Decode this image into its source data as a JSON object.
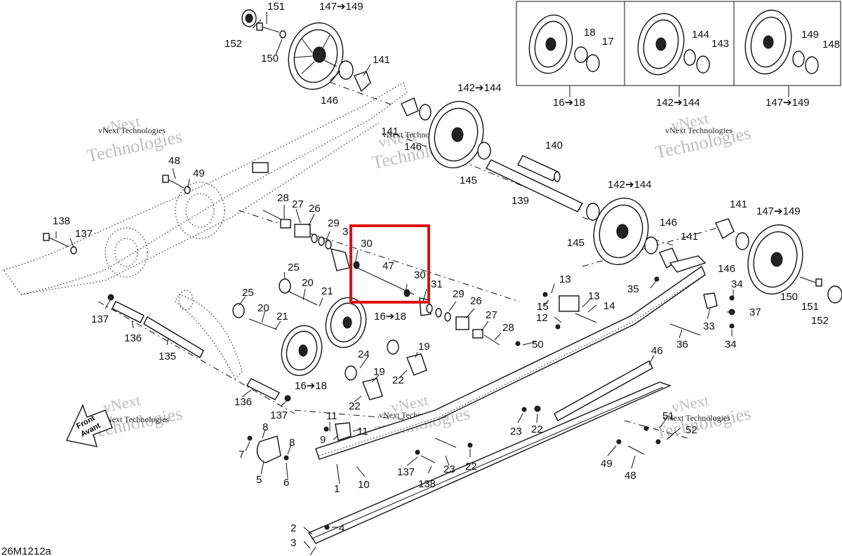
{
  "diagram_code": "26M1212a",
  "watermark": {
    "line1": "vNext",
    "line2": "Technologies",
    "small": "vNext Technologies"
  },
  "direction_label": {
    "line1": "Front",
    "line2": "Avant"
  },
  "inset": {
    "panels": [
      {
        "caption": "16➔18",
        "labels": [
          "18",
          "17"
        ]
      },
      {
        "caption": "142➔144",
        "labels": [
          "144",
          "143"
        ]
      },
      {
        "caption": "147➔149",
        "labels": [
          "149",
          "148"
        ]
      }
    ]
  },
  "labels": {
    "l151a": "151",
    "l152a": "152",
    "l150a": "150",
    "l147a": "147➔149",
    "l141a": "141",
    "l146a": "146",
    "l142a": "142➔144",
    "l141b": "141",
    "l146b": "146",
    "l145a": "145",
    "l140": "140",
    "l139": "139",
    "l142b": "142➔144",
    "l145b": "145",
    "l146c": "146",
    "l141c": "141",
    "l141d": "141",
    "l147b": "147➔149",
    "l146d": "146",
    "l150b": "150",
    "l151b": "151",
    "l152b": "152",
    "l48a": "48",
    "l49a": "49",
    "l138a": "138",
    "l137a": "137",
    "l28a": "28",
    "l27a": "27",
    "l26a": "26",
    "l29a": "29",
    "l3": "3",
    "l30a": "30",
    "l47": "47",
    "l30b": "30",
    "l31": "31",
    "l25a": "25",
    "l20a": "20",
    "l21a": "21",
    "l25b": "25",
    "l20b": "20",
    "l21b": "21",
    "l137b": "137",
    "l136a": "136",
    "l135": "135",
    "l16a": "16➔18",
    "l16b": "16➔18",
    "l29b": "29",
    "l26b": "26",
    "l27b": "27",
    "l28b": "28",
    "l24": "24",
    "l19a": "19",
    "l22a": "22",
    "l19b": "19",
    "l22b": "22",
    "l136b": "136",
    "l137c": "137",
    "l13a": "13",
    "l15": "15",
    "l13b": "13",
    "l14": "14",
    "l12": "12",
    "l50": "50",
    "l35": "35",
    "l34a": "34",
    "l37": "37",
    "l33": "33",
    "l34b": "34",
    "l36": "36",
    "l46": "46",
    "l23a": "23",
    "l22c": "22",
    "l11a": "11",
    "l11b": "11",
    "l9": "9",
    "l8a": "8",
    "l8b": "8",
    "l7": "7",
    "l5": "5",
    "l6": "6",
    "l10": "10",
    "l1": "1",
    "l137d": "137",
    "l138b": "138",
    "l23b": "23",
    "l22d": "22",
    "l51": "51",
    "l52": "52",
    "l49b": "49",
    "l48b": "48",
    "l2": "2",
    "l4": "4",
    "l3b": "3"
  },
  "highlight": {
    "color": "#e01010",
    "target": "47"
  }
}
